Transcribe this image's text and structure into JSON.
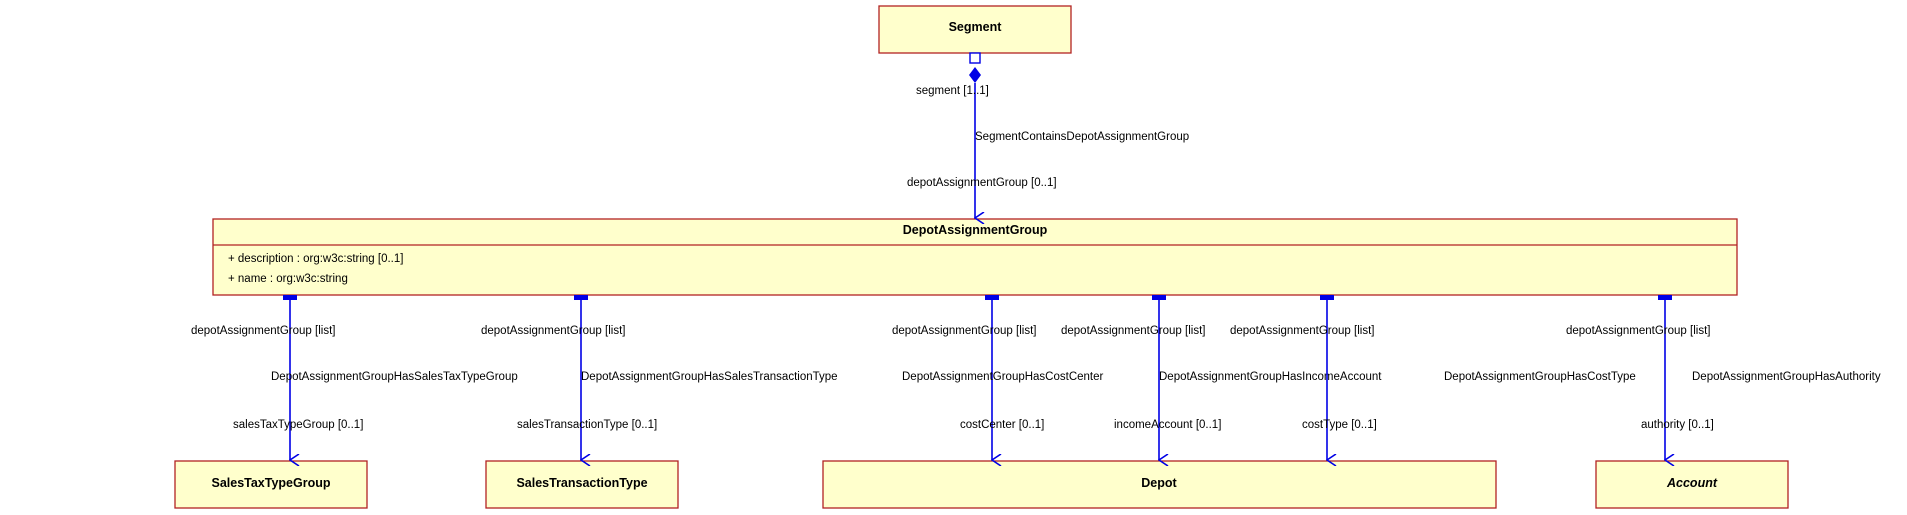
{
  "classes": {
    "segment": {
      "name": "Segment",
      "abstract": false
    },
    "depot_assignment_group": {
      "name": "DepotAssignmentGroup",
      "attributes": [
        "+ description : org:w3c:string [0..1]",
        "+ name : org:w3c:string"
      ]
    },
    "sales_tax_type_group": {
      "name": "SalesTaxTypeGroup",
      "abstract": false
    },
    "sales_transaction_type": {
      "name": "SalesTransactionType",
      "abstract": false
    },
    "depot": {
      "name": "Depot",
      "abstract": false
    },
    "account": {
      "name": "Account",
      "abstract": true
    }
  },
  "associations": [
    {
      "name": "SegmentContainsDepotAssignmentGroup",
      "source_role": "segment [1..1]",
      "target_role": "depotAssignmentGroup [0..1]"
    },
    {
      "name": "DepotAssignmentGroupHasSalesTaxTypeGroup",
      "source_role": "depotAssignmentGroup [list]",
      "target_role": "salesTaxTypeGroup [0..1]"
    },
    {
      "name": "DepotAssignmentGroupHasSalesTransactionType",
      "source_role": "depotAssignmentGroup [list]",
      "target_role": "salesTransactionType [0..1]"
    },
    {
      "name": "DepotAssignmentGroupHasCostCenter",
      "source_role": "depotAssignmentGroup [list]",
      "target_role": "costCenter [0..1]"
    },
    {
      "name": "DepotAssignmentGroupHasIncomeAccount",
      "source_role": "depotAssignmentGroup [list]",
      "target_role": "incomeAccount [0..1]"
    },
    {
      "name": "DepotAssignmentGroupHasCostType",
      "source_role": "depotAssignmentGroup [list]",
      "target_role": "costType [0..1]"
    },
    {
      "name": "DepotAssignmentGroupHasAuthority",
      "source_role": "depotAssignmentGroup [list]",
      "target_role": "authority [0..1]"
    }
  ],
  "colors": {
    "class_fill": "#ffffcc",
    "class_border": "#b22222",
    "association_line": "#0000e6"
  }
}
